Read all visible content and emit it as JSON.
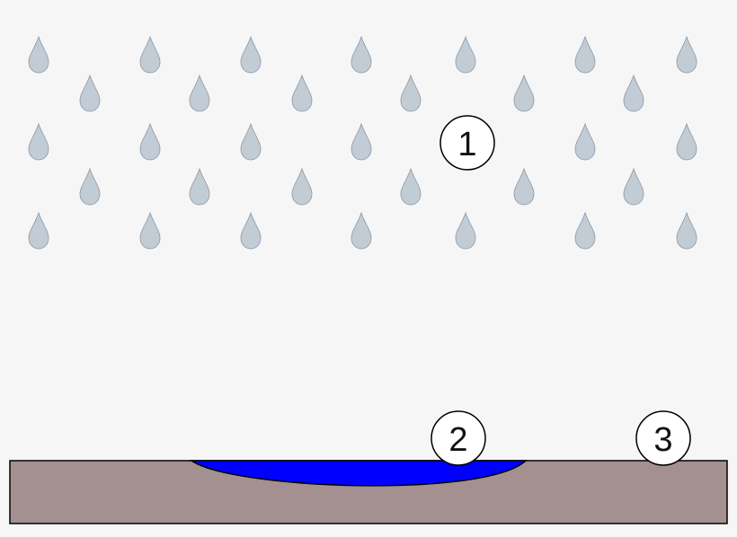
{
  "colors": {
    "background": "#f6f6f6",
    "raindrop": "#c2ccd5",
    "raindrop_stroke": "#8c98a6",
    "ground": "#a49090",
    "water": "#0000ff",
    "callout_fill": "#ffffff",
    "outline": "#000000"
  },
  "elements": {
    "rain": {
      "icon": "raindrop-icon",
      "rows": 5
    },
    "ground": {
      "icon": "ground-block"
    },
    "puddle": {
      "icon": "water-puddle"
    }
  },
  "callouts": [
    {
      "label": "1"
    },
    {
      "label": "2"
    },
    {
      "label": "3"
    }
  ]
}
